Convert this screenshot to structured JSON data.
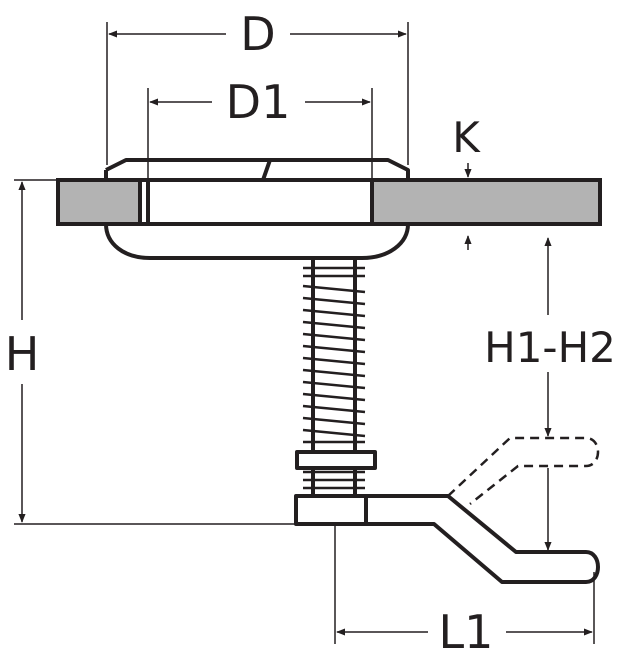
{
  "labels": {
    "D": "D",
    "D1": "D1",
    "K": "K",
    "H": "H",
    "H1H2": "H1-H2",
    "L1": "L1"
  },
  "colors": {
    "line": "#231f20",
    "panel": "#b3b3b3",
    "background": "#ffffff"
  }
}
